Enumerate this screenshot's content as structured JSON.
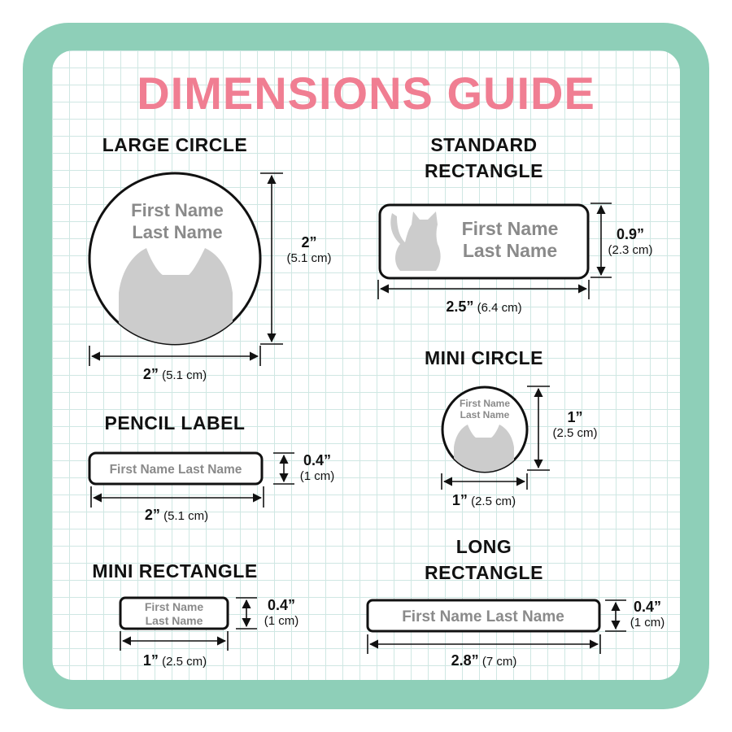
{
  "title": "DIMENSIONS GUIDE",
  "colors": {
    "frame": "#8ecfb8",
    "title": "#f07e92",
    "grid": "#cfe7e3",
    "label_text": "#8a8a8a",
    "silhouette": "#cccccc"
  },
  "icons": [
    "cat-ears-icon",
    "sitting-cat-icon",
    "double-arrow-icon"
  ],
  "placeholder_text": {
    "first_name": "First Name",
    "last_name": "Last Name",
    "full_name": "First Name Last Name"
  },
  "labels": {
    "large_circle": {
      "heading": "LARGE CIRCLE",
      "width_in": "2”",
      "width_cm": "(5.1 cm)",
      "height_in": "2”",
      "height_cm": "(5.1 cm)"
    },
    "standard_rectangle": {
      "heading_line1": "STANDARD",
      "heading_line2": "RECTANGLE",
      "width_in": "2.5”",
      "width_cm": "(6.4 cm)",
      "height_in": "0.9”",
      "height_cm": "(2.3 cm)"
    },
    "mini_circle": {
      "heading": "MINI CIRCLE",
      "width_in": "1”",
      "width_cm": "(2.5 cm)",
      "height_in": "1”",
      "height_cm": "(2.5 cm)"
    },
    "pencil_label": {
      "heading": "PENCIL LABEL",
      "width_in": "2”",
      "width_cm": "(5.1 cm)",
      "height_in": "0.4”",
      "height_cm": "(1 cm)"
    },
    "mini_rectangle": {
      "heading": "MINI RECTANGLE",
      "width_in": "1”",
      "width_cm": "(2.5 cm)",
      "height_in": "0.4”",
      "height_cm": "(1 cm)"
    },
    "long_rectangle": {
      "heading_line1": "LONG",
      "heading_line2": "RECTANGLE",
      "width_in": "2.8”",
      "width_cm": "(7 cm)",
      "height_in": "0.4”",
      "height_cm": "(1 cm)"
    }
  }
}
